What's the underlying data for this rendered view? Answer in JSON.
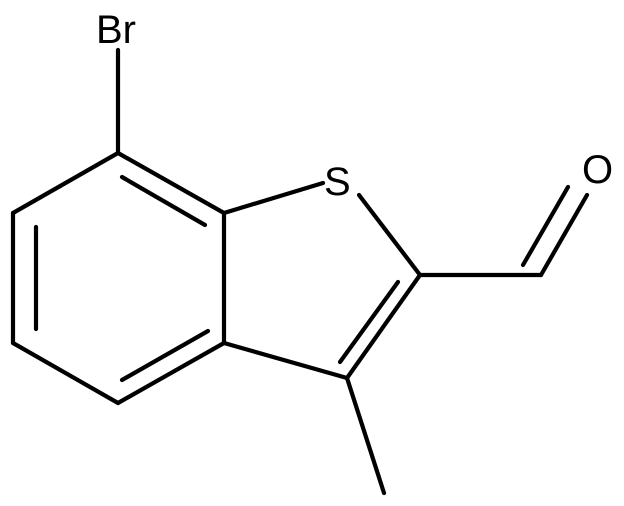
{
  "molecule": {
    "atoms": {
      "br": "Br",
      "s": "S",
      "o": "O"
    },
    "colors": {
      "bond": "#000000",
      "label": "#000000",
      "background": "#ffffff"
    }
  }
}
